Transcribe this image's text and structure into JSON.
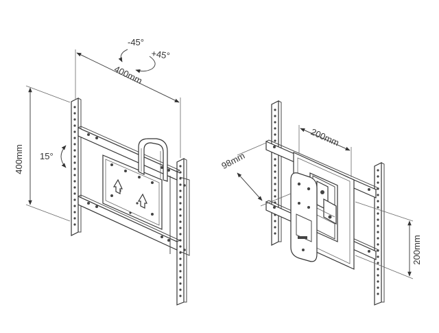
{
  "labels": {
    "left_width": "400mm",
    "left_height": "400mm",
    "rotate_neg": "-45°",
    "rotate_pos": "+45°",
    "tilt": "15°",
    "right_width": "200mm",
    "right_height": "200mm",
    "depth": "98mm"
  },
  "colors": {
    "line": "#444444",
    "background": "#ffffff"
  }
}
